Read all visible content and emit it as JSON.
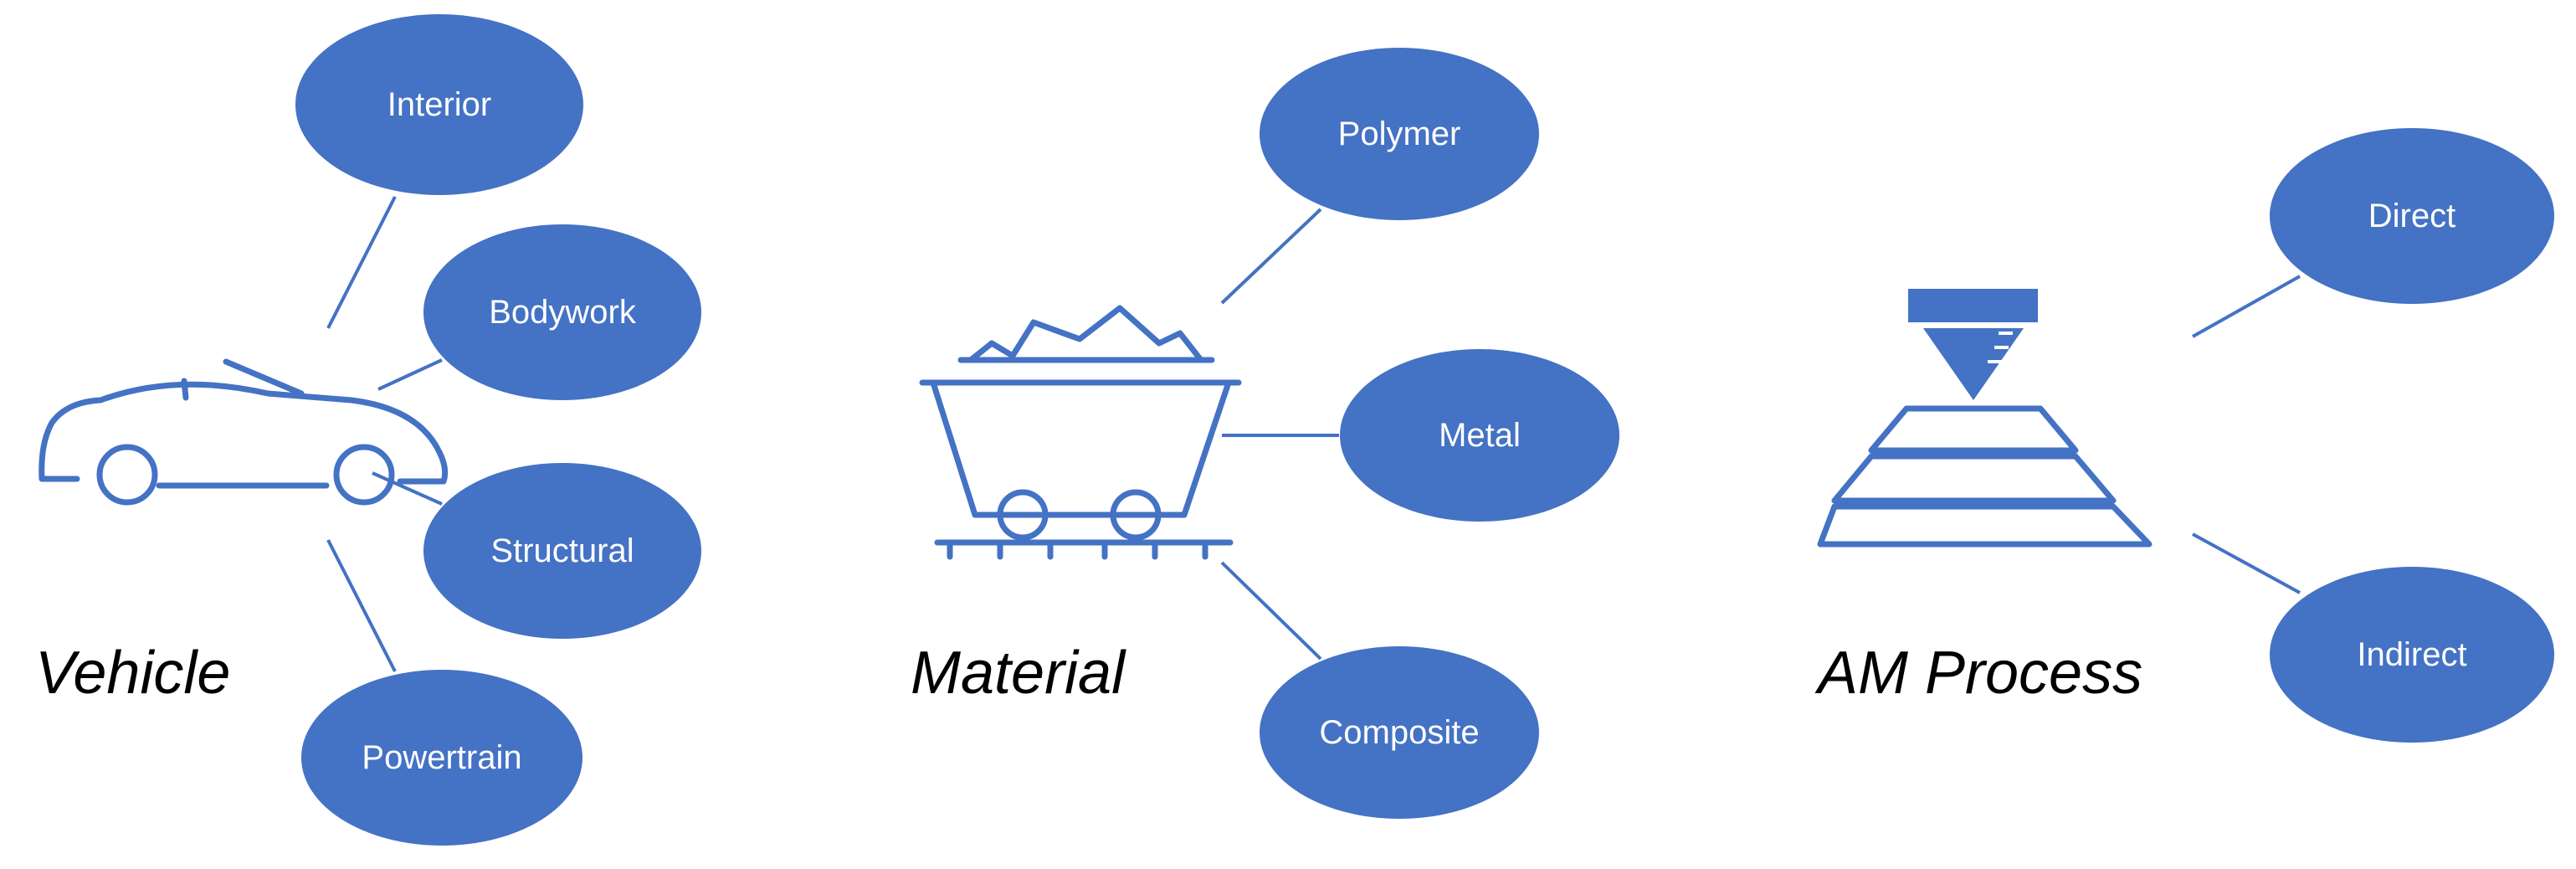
{
  "colors": {
    "node_fill": "#4472c4",
    "connector": "#4472c4",
    "node_text": "#ffffff",
    "title_text": "#000000"
  },
  "groups": [
    {
      "title": "Vehicle",
      "icon": "car-icon",
      "nodes": [
        "Interior",
        "Bodywork",
        "Structural",
        "Powertrain"
      ]
    },
    {
      "title": "Material",
      "icon": "mine-cart-icon",
      "nodes": [
        "Polymer",
        "Metal",
        "Composite"
      ]
    },
    {
      "title": "AM Process",
      "icon": "3d-printer-layers-icon",
      "nodes": [
        "Direct",
        "Indirect"
      ]
    }
  ]
}
